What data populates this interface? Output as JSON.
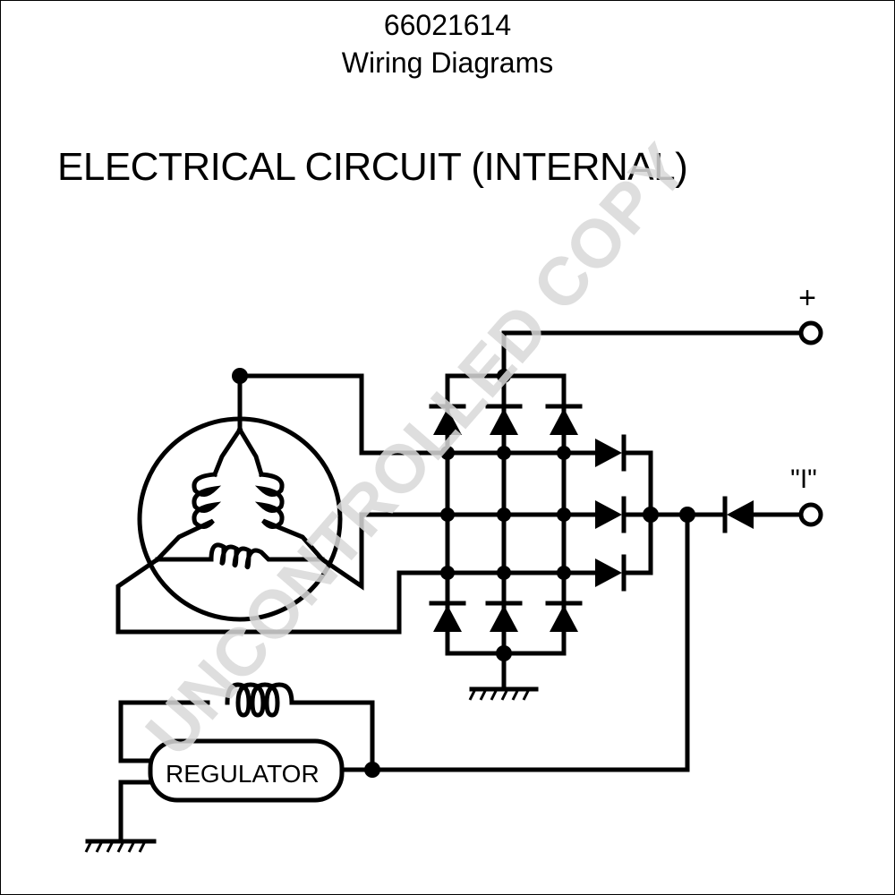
{
  "header": {
    "part_number": "66021614",
    "subtitle": "Wiring Diagrams"
  },
  "section_title": "ELECTRICAL CIRCUIT (INTERNAL)",
  "terminals": {
    "positive": "+",
    "indicator": "\"I\""
  },
  "components": {
    "regulator": "REGULATOR"
  },
  "watermark": "UNCONTROLLED COPY"
}
